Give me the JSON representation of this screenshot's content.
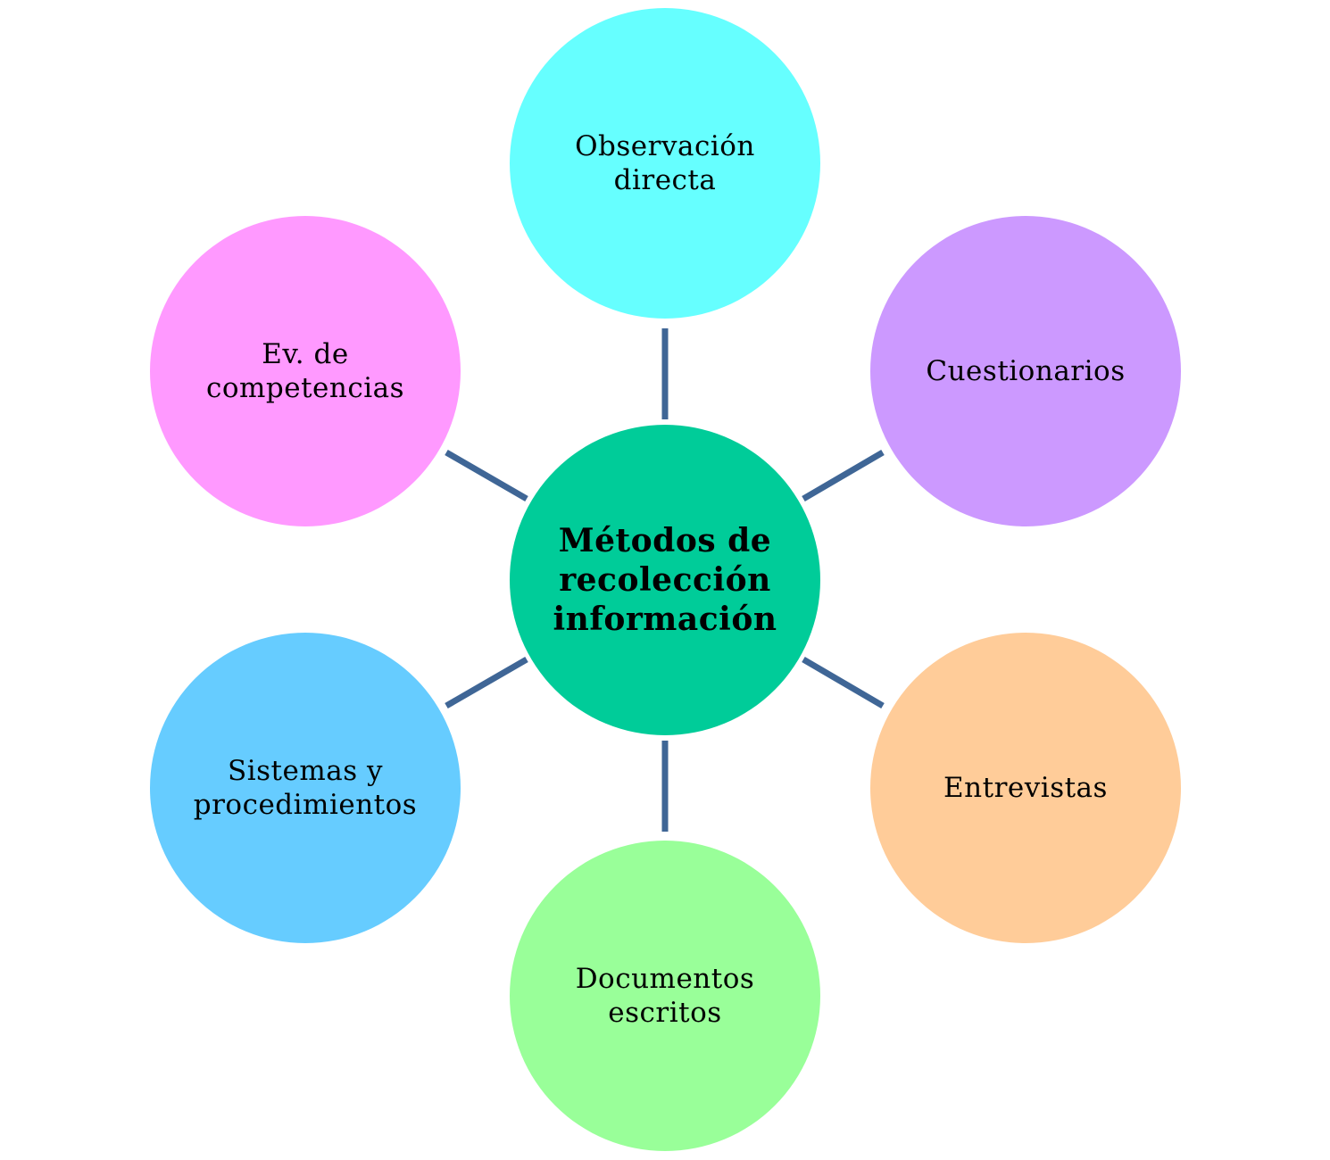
{
  "diagram": {
    "center": {
      "lines": [
        "Métodos de",
        "recolección",
        "información"
      ],
      "color": "#00cc99"
    },
    "nodes": [
      {
        "id": "observacion",
        "lines": [
          "Observación",
          "directa"
        ],
        "color": "#66ffff"
      },
      {
        "id": "cuestionarios",
        "lines": [
          "Cuestionarios"
        ],
        "color": "#cc99ff"
      },
      {
        "id": "entrevistas",
        "lines": [
          "Entrevistas"
        ],
        "color": "#ffcc99"
      },
      {
        "id": "documentos",
        "lines": [
          "Documentos",
          "escritos"
        ],
        "color": "#99ff99"
      },
      {
        "id": "sistemas",
        "lines": [
          "Sistemas y",
          "procedimientos"
        ],
        "color": "#66ccff"
      },
      {
        "id": "competencias",
        "lines": [
          "Ev. de",
          "competencias"
        ],
        "color": "#ff99ff"
      }
    ],
    "connector_color": "#3f6696"
  }
}
